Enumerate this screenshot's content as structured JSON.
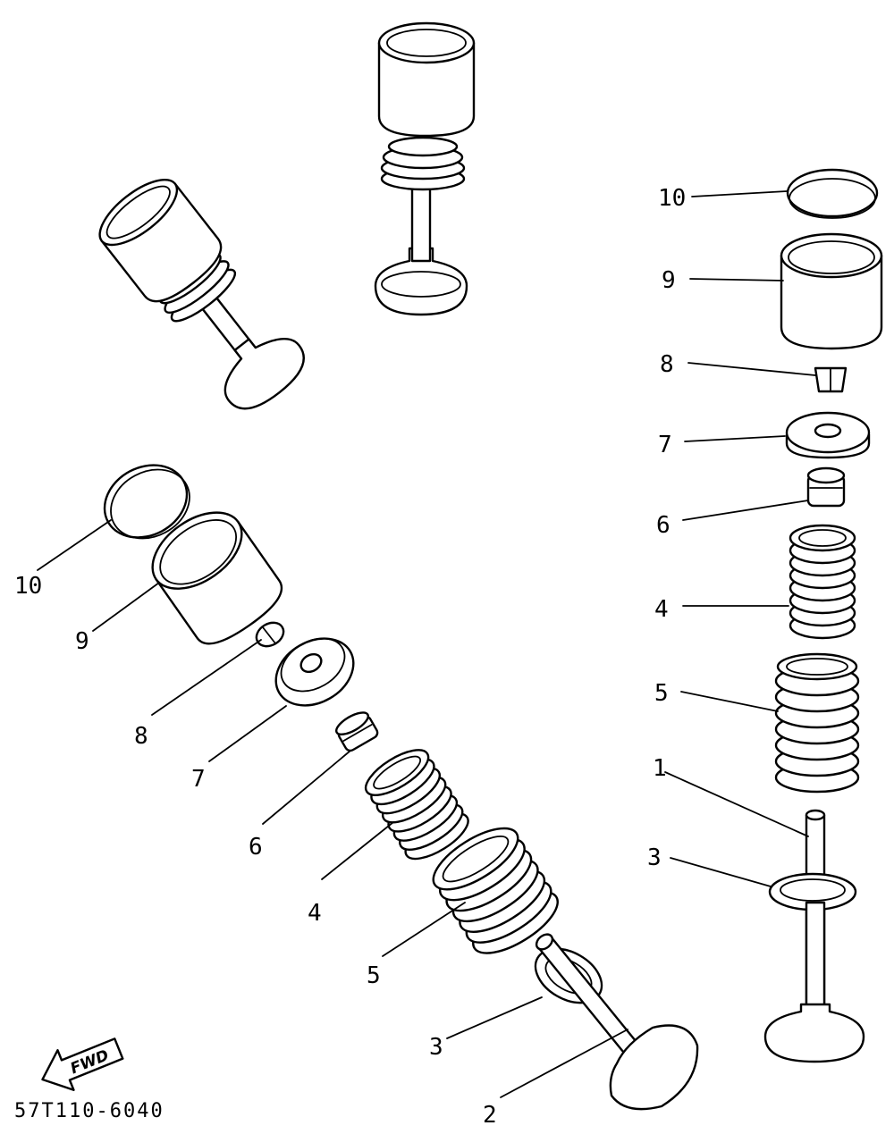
{
  "diagram": {
    "part_code": "57T110-6040",
    "direction_label": "FWD",
    "callouts_left": [
      "10",
      "9",
      "8",
      "7",
      "6",
      "4",
      "5",
      "3",
      "2"
    ],
    "callouts_right": [
      "10",
      "9",
      "8",
      "7",
      "6",
      "4",
      "5",
      "1",
      "3"
    ]
  }
}
